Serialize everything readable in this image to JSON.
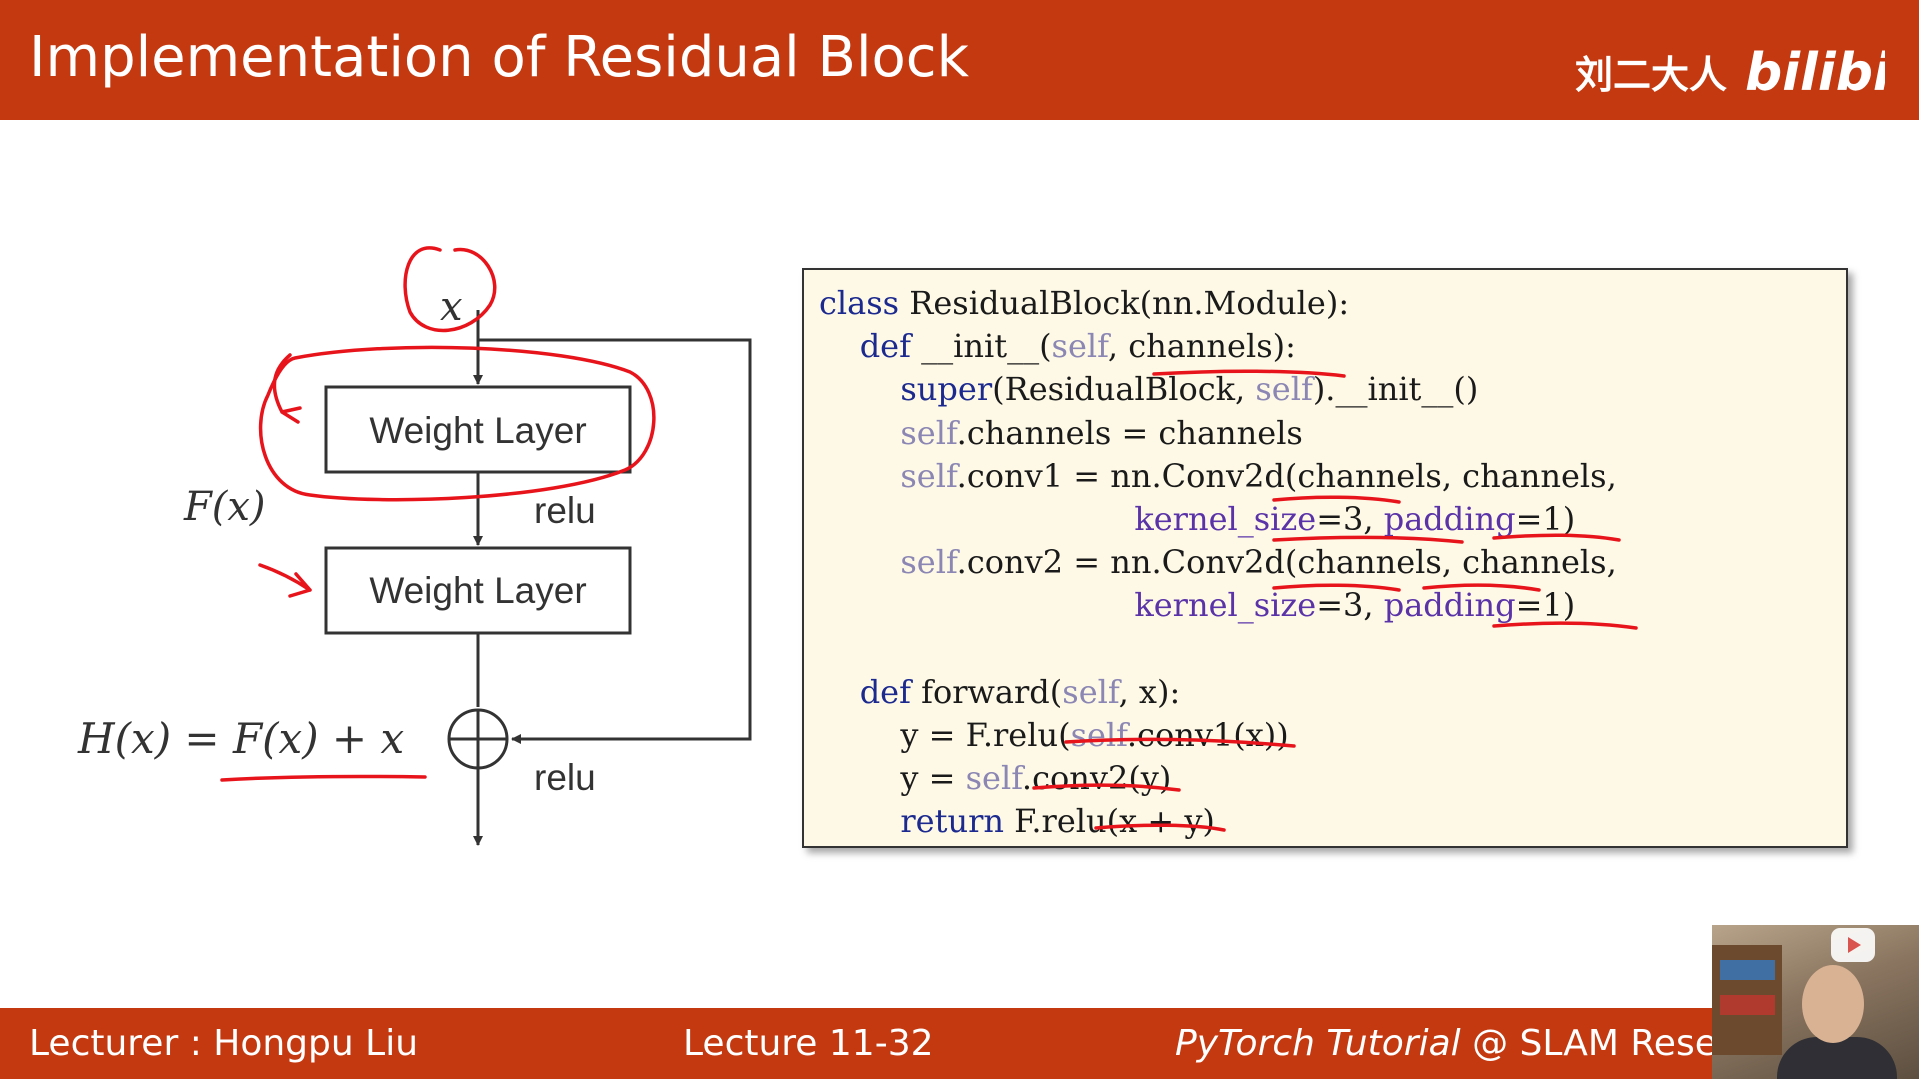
{
  "header": {
    "title": "Implementation of Residual Block",
    "author": "刘二大人",
    "site_logo": "bilibili",
    "logo_icon": "bilibili-logo-icon",
    "bg_color": "#c4390f"
  },
  "diagram": {
    "input_label": "x",
    "layer1_label": "Weight Layer",
    "layer2_label": "Weight Layer",
    "fx_label": "F(x)",
    "relu1_label": "relu",
    "relu2_label": "relu",
    "equation": "H(x) = F(x) + x",
    "sum_icon": "circle-plus-icon",
    "annotation_color": "#e8141c"
  },
  "code": {
    "lines": [
      "class ResidualBlock(nn.Module):",
      "    def __init__(self, channels):",
      "        super(ResidualBlock, self).__init__()",
      "        self.channels = channels",
      "        self.conv1 = nn.Conv2d(channels, channels,",
      "                               kernel_size=3, padding=1)",
      "        self.conv2 = nn.Conv2d(channels, channels,",
      "                               kernel_size=3, padding=1)",
      "",
      "    def forward(self, x):",
      "        y = F.relu(self.conv1(x))",
      "        y = self.conv2(y)",
      "        return F.relu(x + y)"
    ]
  },
  "footer": {
    "lecturer": "Lecturer : Hongpu Liu",
    "lecture": "Lecture 11-32",
    "tutorial_italic": "PyTorch Tutorial",
    "tutorial_rest": " @ SLAM Resea"
  },
  "video": {
    "play_icon": "play-icon"
  }
}
